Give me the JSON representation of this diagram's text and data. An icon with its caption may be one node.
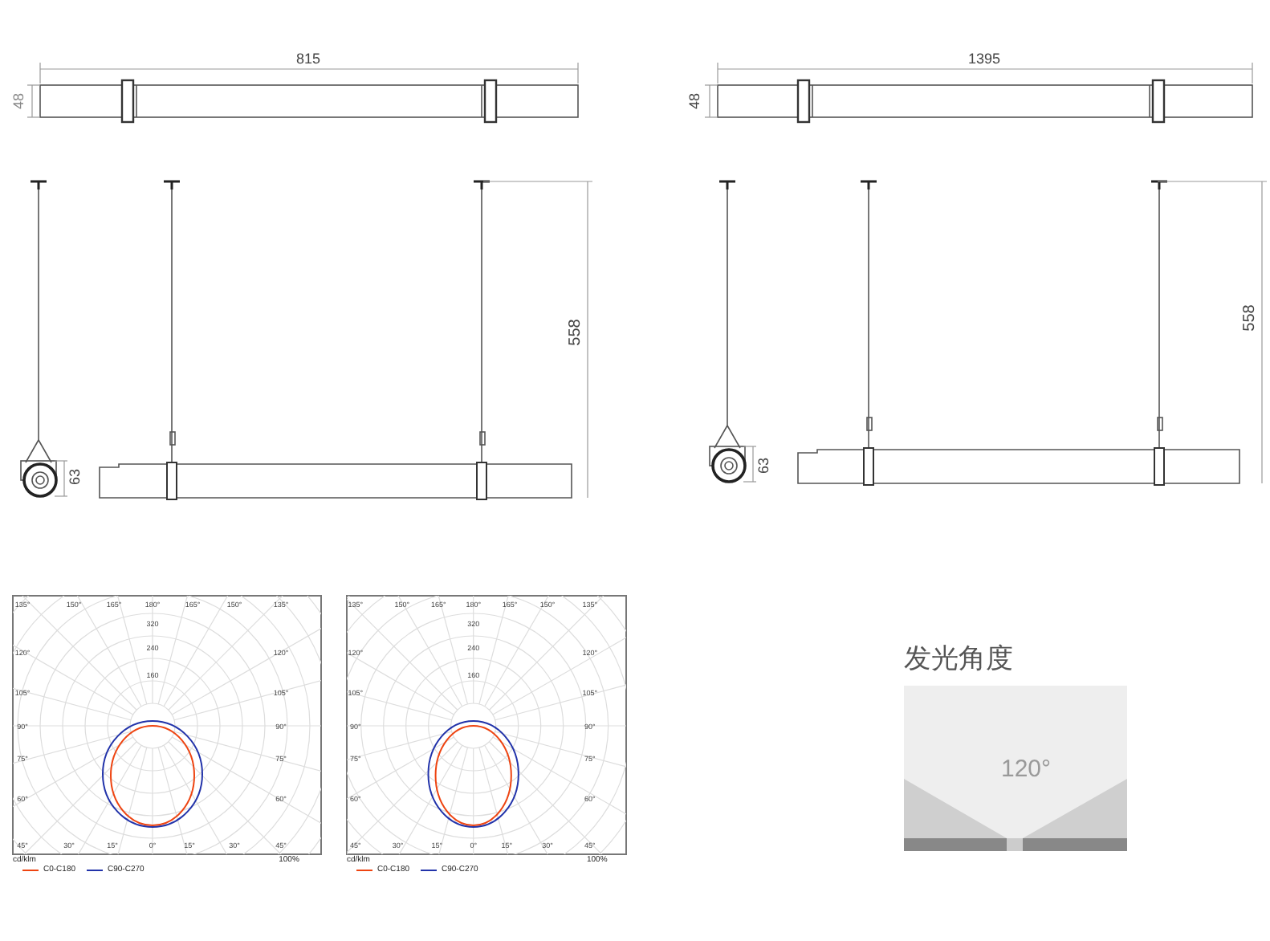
{
  "diagram": {
    "labels": [
      "815",
      "48",
      "1395",
      "48",
      "558",
      "63",
      "558",
      "63",
      "135°",
      "150°",
      "165°",
      "180°",
      "165°",
      "150°",
      "135°",
      "120°",
      "105°",
      "90°",
      "75°",
      "60°",
      "45°",
      "30°",
      "15°",
      "0°",
      "15°",
      "30°",
      "45°",
      "120°",
      "105°",
      "90°",
      "75°",
      "60°",
      "320",
      "240",
      "160",
      "cd/klm",
      "100%",
      "135°",
      "150°",
      "165°",
      "180°",
      "165°",
      "150°",
      "135°",
      "120°",
      "105°",
      "90°",
      "75°",
      "60°",
      "45°",
      "30°",
      "15°",
      "0°",
      "15°",
      "30°",
      "45°",
      "120°",
      "105°",
      "90°",
      "75°",
      "60°",
      "320",
      "240",
      "160",
      "cd/klm",
      "100%",
      "发光角度",
      "120°"
    ],
    "legend": [
      {
        "text": "C0-C180"
      },
      {
        "text": "C90-C270"
      },
      {
        "text": "C0-C180"
      },
      {
        "text": "C90-C270"
      }
    ]
  }
}
